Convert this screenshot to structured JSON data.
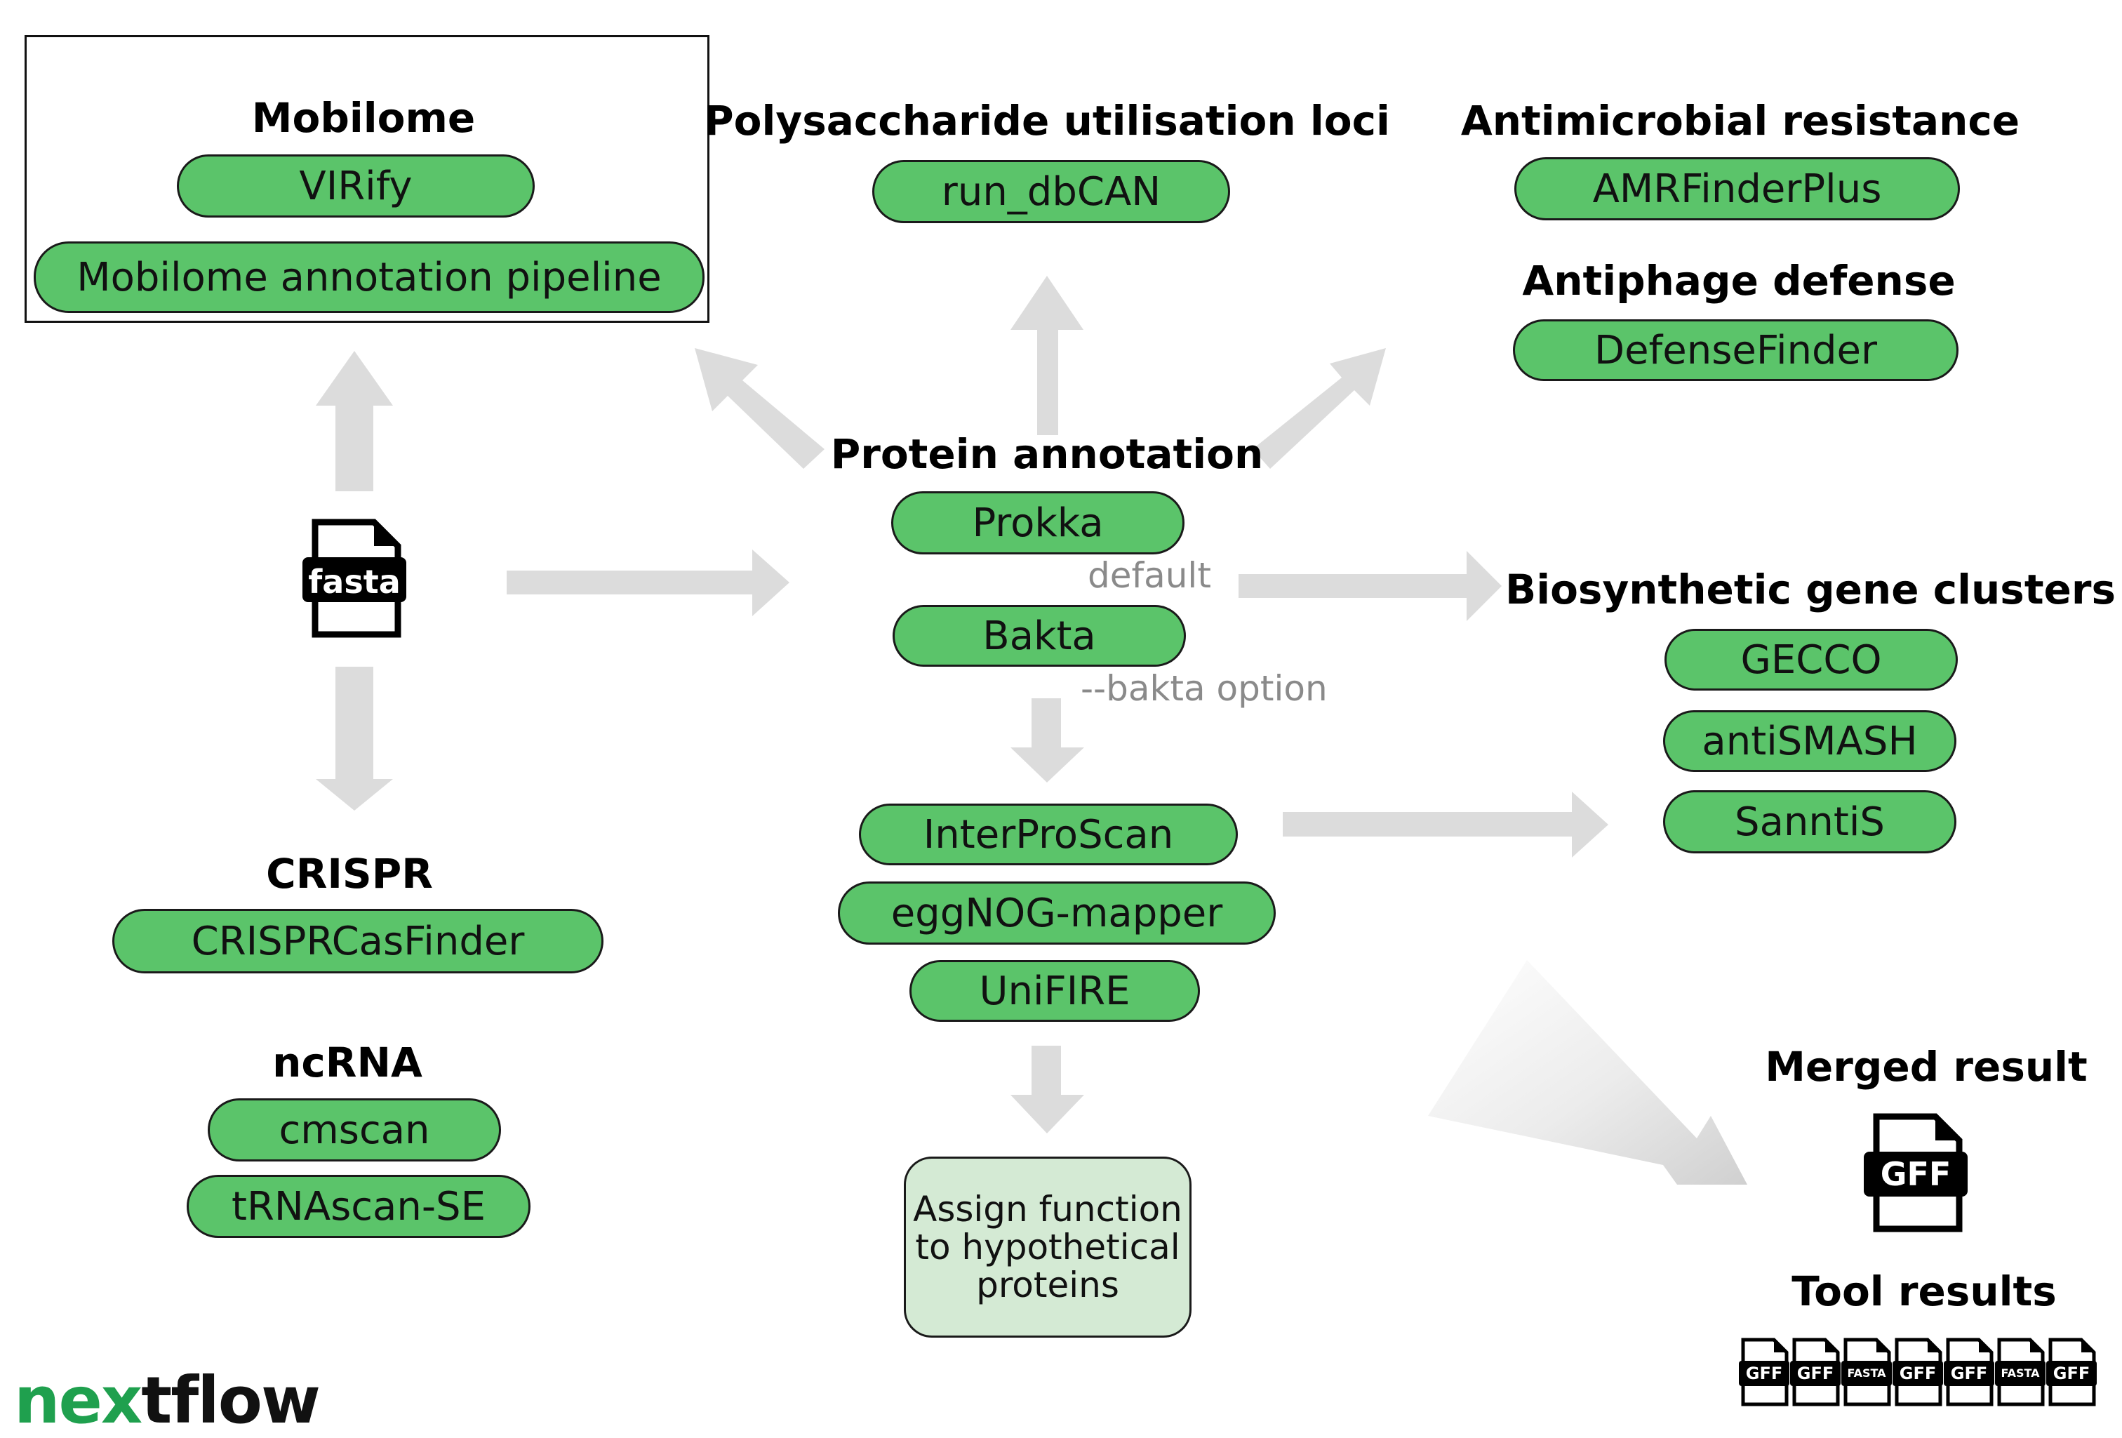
{
  "headings": {
    "mobilome": "Mobilome",
    "polysaccharide": "Polysaccharide utilisation loci",
    "antimicrobial": "Antimicrobial resistance",
    "antiphage": "Antiphage defense",
    "protein": "Protein annotation",
    "biosynthetic": "Biosynthetic gene clusters",
    "crispr": "CRISPR",
    "ncrna": "ncRNA",
    "merged": "Merged result",
    "toolresults": "Tool results"
  },
  "tools": {
    "virify": "VIRify",
    "mobilome_pipeline": "Mobilome annotation pipeline",
    "run_dbcan": "run_dbCAN",
    "amrfinderplus": "AMRFinderPlus",
    "defensefinder": "DefenseFinder",
    "prokka": "Prokka",
    "bakta": "Bakta",
    "gecco": "GECCO",
    "antismash": "antiSMASH",
    "sanntis": "SanntiS",
    "interproscan": "InterProScan",
    "eggnog": "eggNOG-mapper",
    "unifire": "UniFIRE",
    "crisprcasfinder": "CRISPRCasFinder",
    "cmscan": "cmscan",
    "trnascan": "tRNAscan-SE"
  },
  "notes": {
    "default": "default",
    "bakta_option": "--bakta option"
  },
  "assign_box": "Assign function\nto hypothetical\nproteins",
  "files": {
    "input": "fasta",
    "merged": "GFF",
    "results": [
      "GFF",
      "GFF",
      "FASTA",
      "GFF",
      "GFF",
      "FASTA",
      "GFF"
    ]
  },
  "logo": {
    "part1": "nex",
    "part2": "t",
    "part3": "flow"
  },
  "colors": {
    "tool_fill": "#5bc46a",
    "assign_fill": "#d4ead4",
    "arrow": "#dcdcdc",
    "note_text": "#8a8a8a",
    "logo_green": "#1fa04e"
  }
}
